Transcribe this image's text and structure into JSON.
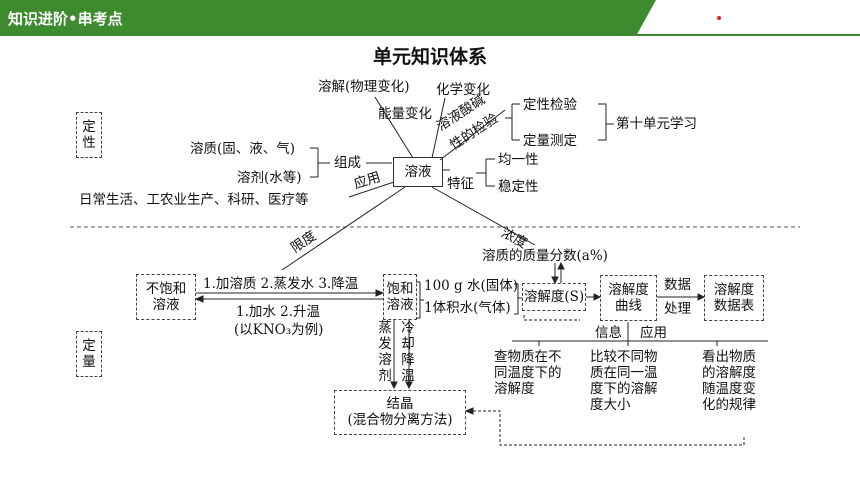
{
  "header": {
    "banner_text": "知识进阶•串考点",
    "dot": "•",
    "accent_color": "#3e8a2e",
    "dot_color": "#d62828"
  },
  "title": "单元知识体系",
  "left_tags": {
    "qualitative": "定性",
    "quantitative": "定量"
  },
  "upper": {
    "solution": "溶液",
    "dissolution": "溶解(物理变化)",
    "chemical_change": "化学变化",
    "energy_change": "能量变化",
    "acid_base_1": "溶液酸碱",
    "acid_base_2": "性的检验",
    "qualitative_test": "定性检验",
    "quantitative_test": "定量测定",
    "unit10": "第十单元学习",
    "solute": "溶质(固、液、气)",
    "solvent": "溶剂(水等)",
    "composition": "组成",
    "feature": "特征",
    "uniformity": "均一性",
    "stability": "稳定性",
    "application": "应用",
    "daily_life": "日常生活、工农业生产、科研、医疗等"
  },
  "lower": {
    "limit": "限度",
    "concentration": "浓度",
    "mass_fraction": "溶质的质量分数(a%)",
    "unsat_1": "不饱和",
    "unsat_2": "溶液",
    "to_sat": "1.加溶质 2.蒸发水 3.降温",
    "to_unsat": "1.加水 2.升温",
    "example": "(以KNO₃为例)",
    "sat_1": "饱和",
    "sat_2": "溶液",
    "water_solid": "100 g 水(固体)",
    "volume_gas": "1体积水(气体)",
    "solubility": "溶解度(S)",
    "curve_1": "溶解度",
    "curve_2": "曲线",
    "data": "数据",
    "process": "处理",
    "table_1": "溶解度",
    "table_2": "数据表",
    "info": "信息",
    "use": "应用",
    "evaporate": "蒸发溶剂",
    "cool": "冷却降温",
    "crystal_1": "结晶",
    "crystal_2": "(混合物分离方法)",
    "use_a": [
      "查物质在不",
      "同温度下的",
      "溶解度"
    ],
    "use_b": [
      "比较不同物",
      "质在同一温",
      "度下的溶解",
      "度大小"
    ],
    "use_c": [
      "看出物质",
      "的溶解度",
      "随温度变",
      "化的规律"
    ]
  }
}
